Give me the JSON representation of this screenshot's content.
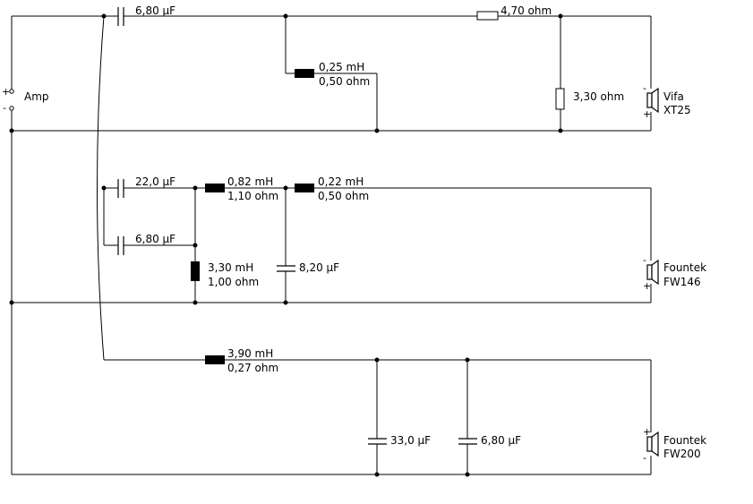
{
  "source": {
    "label": "Amp",
    "plus": "+",
    "minus": "-"
  },
  "components": {
    "tw_cap": {
      "value": "6,80 µF"
    },
    "tw_series_res": {
      "value": "4,70 ohm"
    },
    "tw_coil": {
      "inductance": "0,25 mH",
      "resistance": "0,50 ohm"
    },
    "tw_shunt_res": {
      "value": "3,30 ohm"
    },
    "mid_cap_a": {
      "value": "22,0 µF"
    },
    "mid_cap_b": {
      "value": "6,80 µF"
    },
    "mid_coil_1": {
      "inductance": "0,82 mH",
      "resistance": "1,10 ohm"
    },
    "mid_coil_2": {
      "inductance": "0,22 mH",
      "resistance": "0,50 ohm"
    },
    "mid_shunt_coil": {
      "inductance": "3,30 mH",
      "resistance": "1,00 ohm"
    },
    "mid_shunt_cap": {
      "value": "8,20 µF"
    },
    "woof_coil": {
      "inductance": "3,90 mH",
      "resistance": "0,27 ohm"
    },
    "woof_cap_1": {
      "value": "33,0 µF"
    },
    "woof_cap_2": {
      "value": "6,80 µF"
    }
  },
  "drivers": {
    "tweeter": {
      "brand": "Vifa",
      "model": "XT25",
      "plus": "+",
      "minus": "-"
    },
    "midrange": {
      "brand": "Fountek",
      "model": "FW146",
      "plus": "+",
      "minus": "-"
    },
    "woofer": {
      "brand": "Fountek",
      "model": "FW200",
      "plus": "+",
      "minus": "-"
    }
  }
}
